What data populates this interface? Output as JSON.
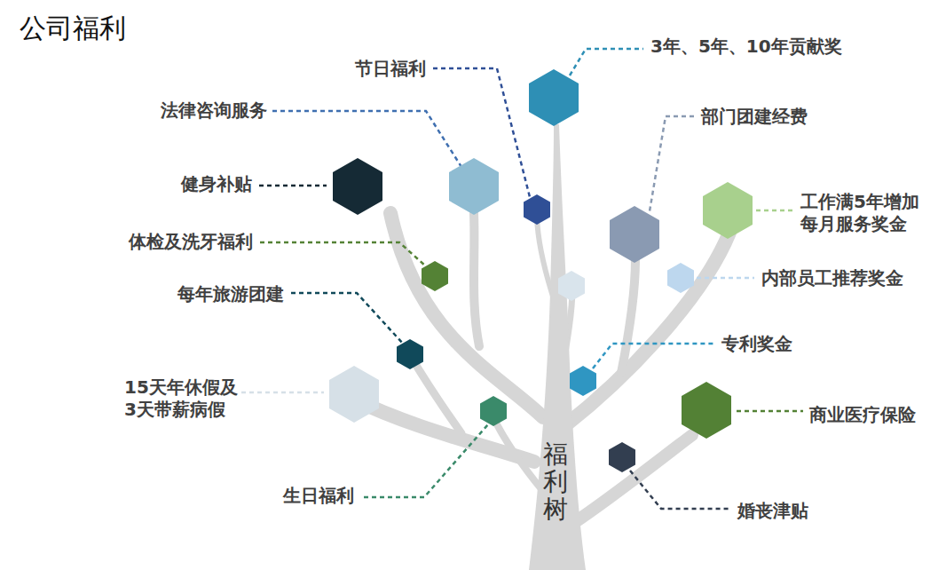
{
  "diagram": {
    "title": "公司福利",
    "labels": [
      "3年、5年、10年贡献奖",
      "节日福利",
      "法律咨询服务",
      "部门团建经费",
      "健身补贴",
      "工作满5年增加 每月服务奖金",
      "体检及洗牙福利",
      "内部员工推荐奖金",
      "每年旅游团建",
      "专利奖金",
      "15天年休假及 3天带薪病假",
      "商业医疗保险",
      "生日福利",
      "婚丧津贴",
      "福利树"
    ]
  }
}
